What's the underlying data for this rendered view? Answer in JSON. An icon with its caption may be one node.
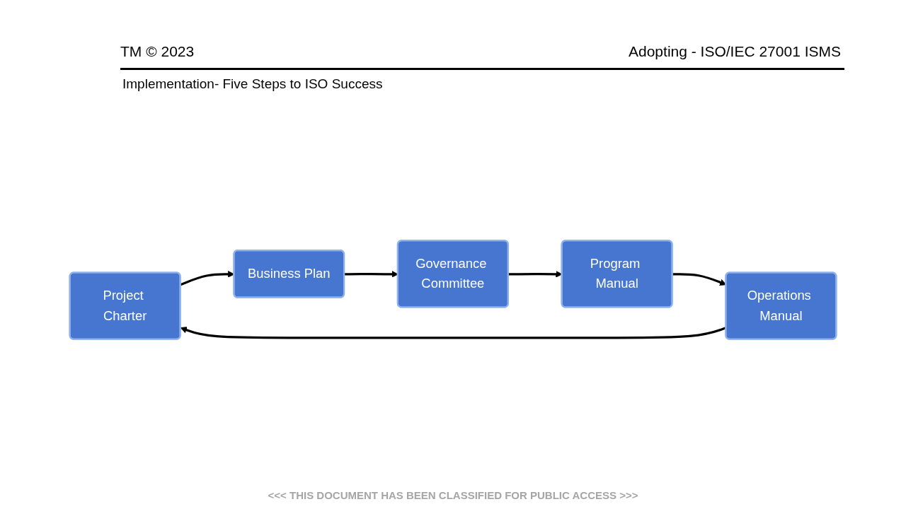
{
  "diagram": {
    "title": "Adopting - ISO/IEC 27001 ISMS",
    "nodes": [
      {
        "text": [
          "Project Charter"
        ]
      },
      {
        "text": [
          "Business Plan"
        ]
      },
      {
        "text": [
          "Governance Committee"
        ]
      },
      {
        "text": [
          "Program Manual"
        ]
      },
      {
        "text": [
          "Operations Manual"
        ]
      }
    ],
    "edges": [
      {
        "from": 0,
        "to": 1,
        "arrow": "to"
      },
      {
        "from": 1,
        "to": 2,
        "arrow": "to"
      },
      {
        "from": 2,
        "to": 3,
        "arrow": "to"
      },
      {
        "from": 3,
        "to": 4,
        "arrow": "to"
      },
      {
        "from": 4,
        "to": 0,
        "arrow": "to"
      }
    ],
    "labels": [
      "TM © 2023",
      "Implementation- Five Steps to ISO Success",
      "<<< THIS DOCUMENT HAS BEEN CLASSIFIED FOR PUBLIC ACCESS >>>"
    ]
  }
}
